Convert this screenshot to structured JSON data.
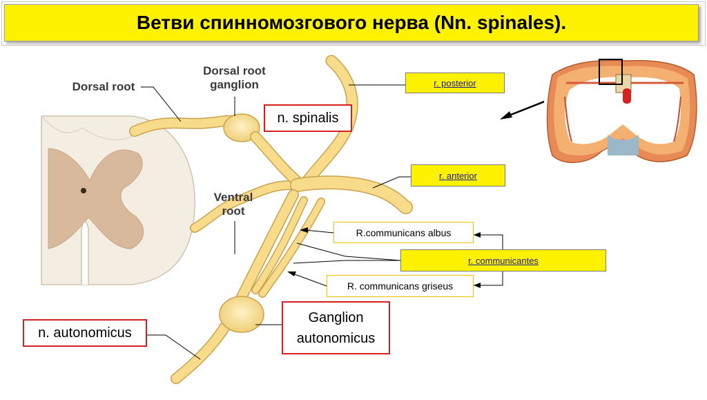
{
  "title": "Ветви спинномозгового нерва (Nn. spinales).",
  "labels": {
    "dorsal_root": "Dorsal root",
    "dorsal_root_ganglion": "Dorsal root\nganglion",
    "ventral_root": "Ventral\nroot"
  },
  "boxes": {
    "n_spinalis": "n. spinalis",
    "r_posterior": "r. posterior",
    "r_anterior": "r. anterior",
    "r_comm_albus": "R.communicans albus",
    "r_communicantes": "r. communicantes",
    "r_comm_griseus": "R. communicans griseus",
    "ganglion_autonomicus": "Ganglion\nautonomicus",
    "n_autonomicus": "n. autonomicus"
  },
  "colors": {
    "title_bg": "#fef200",
    "nerve": "#f8dc8c",
    "nerve_edge": "#c9a24a",
    "grey_matter": "#d8b89a",
    "white_matter": "#f2ece1",
    "red_border": "#d42020"
  }
}
